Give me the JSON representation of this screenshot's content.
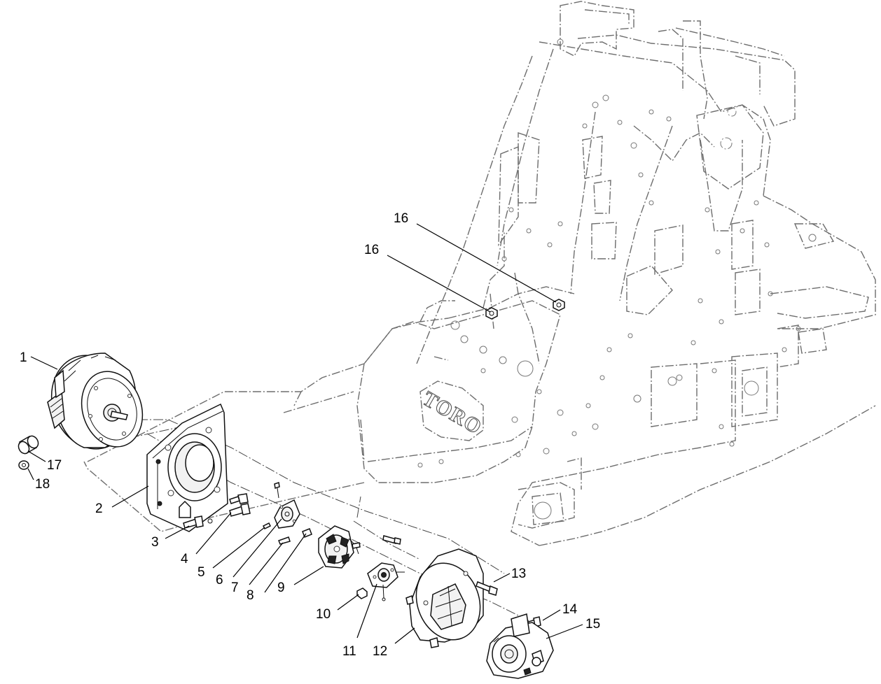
{
  "diagram": {
    "logo_text": "TORO",
    "callouts": [
      "1",
      "2",
      "3",
      "4",
      "5",
      "6",
      "7",
      "8",
      "9",
      "10",
      "11",
      "12",
      "13",
      "14",
      "15",
      "16",
      "16",
      "17",
      "18"
    ]
  }
}
